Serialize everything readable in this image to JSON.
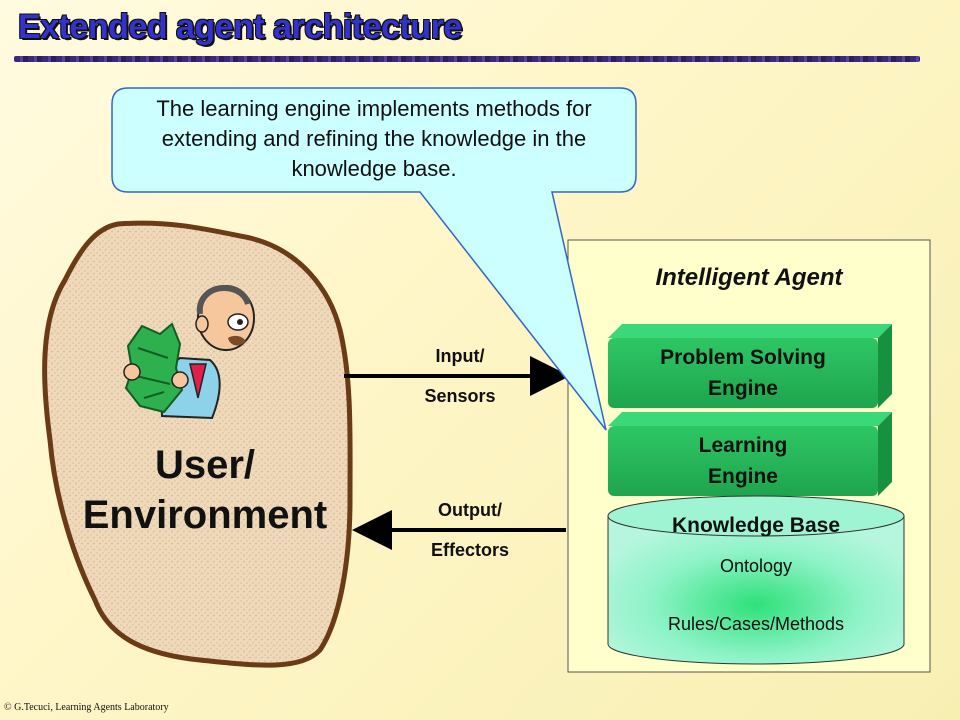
{
  "slide": {
    "title": "Extended agent architecture",
    "callout": "The learning engine implements methods for extending and refining the knowledge in the knowledge base.",
    "user_environment": [
      "User/",
      "Environment"
    ],
    "input_label": [
      "Input/",
      "Sensors"
    ],
    "output_label": [
      "Output/",
      "Effectors"
    ],
    "agent_title": "Intelligent Agent",
    "problem_solving": [
      "Problem Solving",
      "Engine"
    ],
    "learning": [
      "Learning",
      "Engine"
    ],
    "knowledge_base": {
      "title": "Knowledge Base",
      "items": [
        "Ontology",
        "Rules/Cases/Methods"
      ]
    },
    "footer": "© G.Tecuci, Learning Agents Laboratory"
  },
  "colors": {
    "title": "#3333cc",
    "engine_green": "#22b457",
    "kb_teal": "#7ff3c3",
    "callout_fill": "#ccffff",
    "callout_border": "#3366cc",
    "rock_fill": "#efd8b8",
    "rock_border": "#6b3a16"
  },
  "icons": [
    "person-with-money-icon"
  ]
}
